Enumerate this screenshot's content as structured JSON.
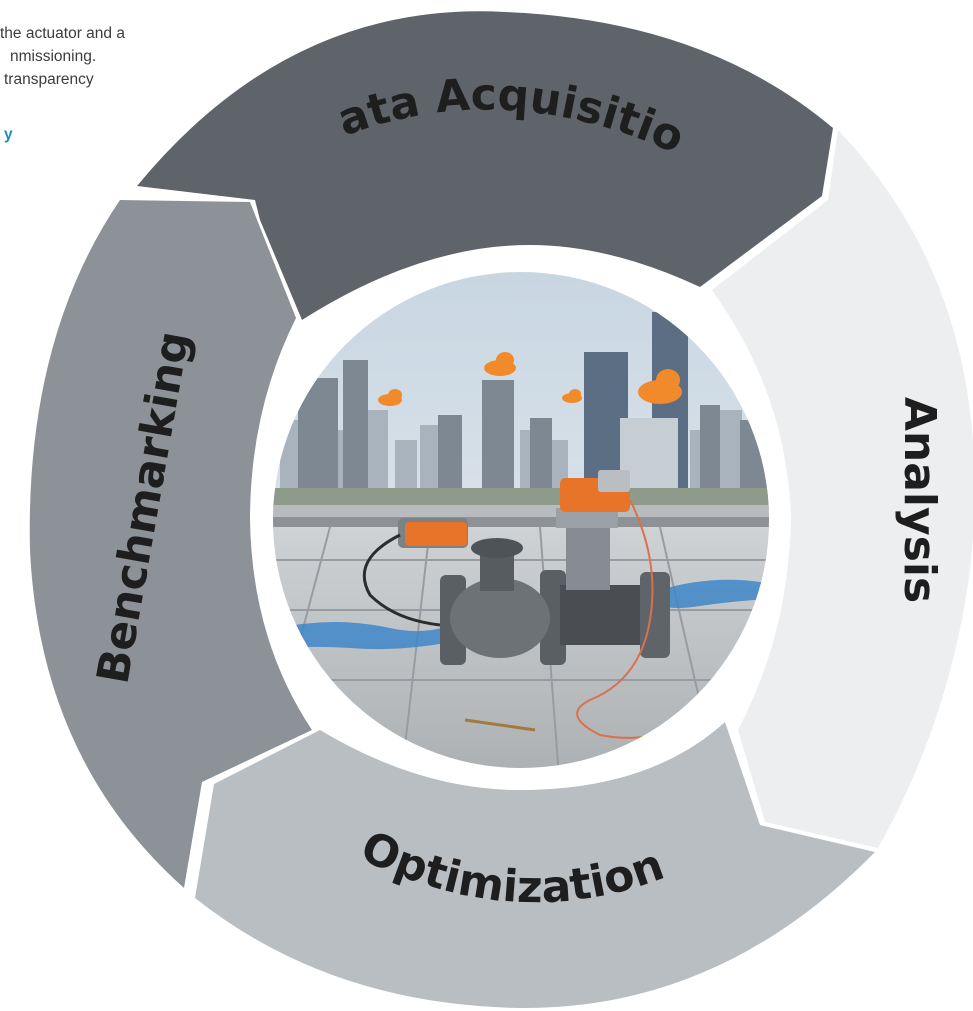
{
  "intro": {
    "lines": [
      "the actuator and a",
      "nmissioning.",
      "transparency"
    ],
    "link_fragment": "y"
  },
  "cycle": {
    "stages": [
      {
        "label": "Data Acquisition",
        "color": "#5f646b"
      },
      {
        "label": "Analysis",
        "color": "#eceef0"
      },
      {
        "label": "Optimization",
        "color": "#b9bec3"
      },
      {
        "label": "Benchmarking",
        "color": "#8d9298"
      }
    ],
    "center_photo": "city-skyline-with-valves-and-actuators-photo",
    "colors": {
      "link": "#1a8fc0",
      "body_text": "#3c3c3c",
      "label": "#1e1e1e",
      "accent_orange": "#e8742a"
    }
  }
}
